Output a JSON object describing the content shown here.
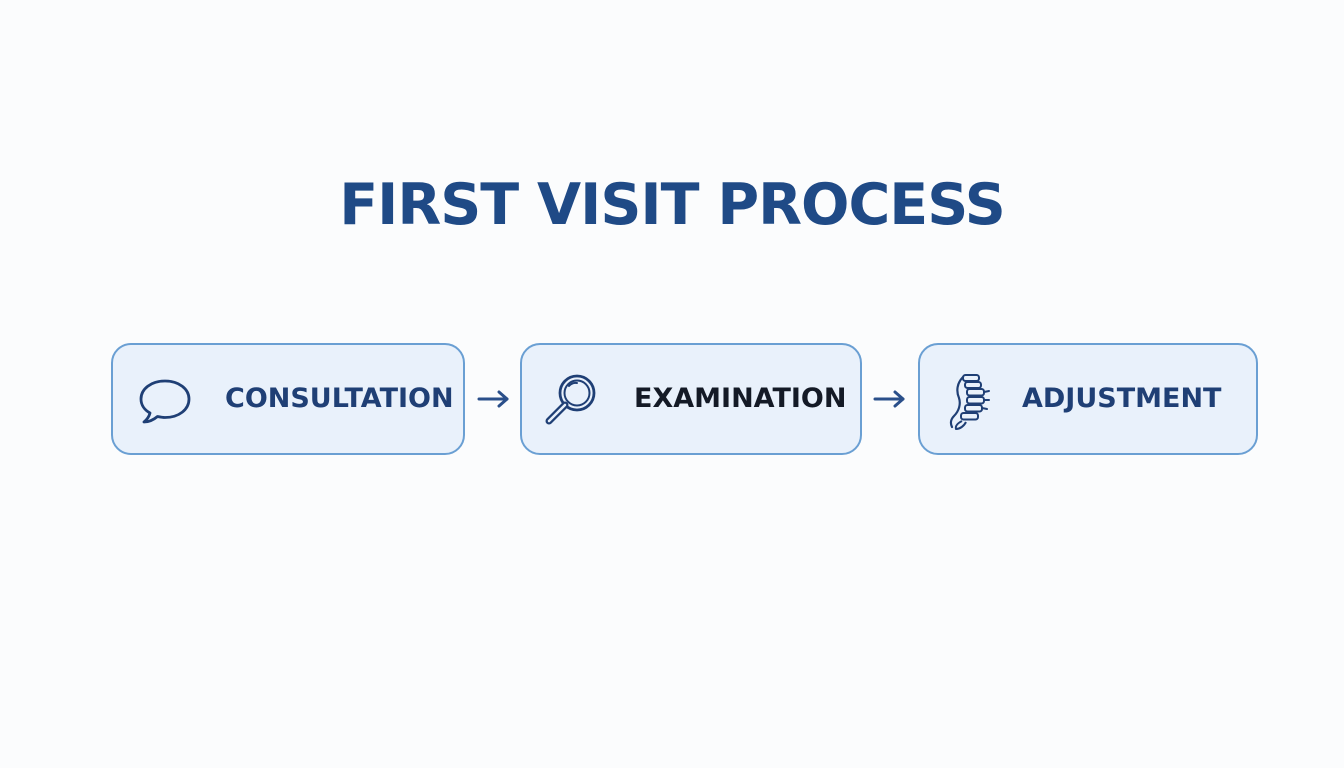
{
  "title": "FIRST VISIT PROCESS",
  "steps": [
    {
      "label": "CONSULTATION",
      "icon": "speech-bubble-icon"
    },
    {
      "label": "EXAMINATION",
      "icon": "magnifying-glass-icon"
    },
    {
      "label": "ADJUSTMENT",
      "icon": "spine-icon"
    }
  ],
  "colors": {
    "title": "#1f4a86",
    "box_border": "#6a9fd3",
    "box_fill": "#e9f1fb",
    "label": "#1f3f75",
    "arrow": "#2a4f8a",
    "background": "#fbfcfd"
  }
}
